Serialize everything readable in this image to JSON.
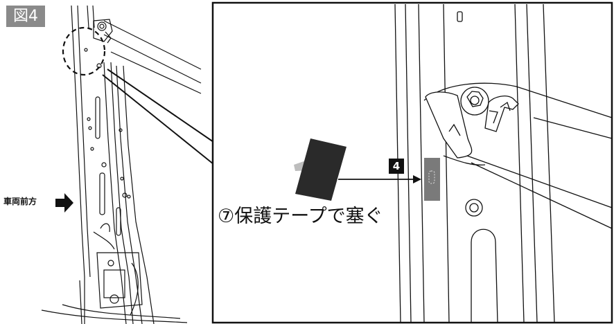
{
  "figure": {
    "label": "図4"
  },
  "overview": {
    "direction_label": "車両前方"
  },
  "detail": {
    "instruction": "⑦保護テープで塞ぐ",
    "number_badge": "4"
  },
  "icons": [
    "arrow-right-icon",
    "protective-tape-icon"
  ],
  "colors": {
    "figure_label_bg": "#8a8a8a",
    "hole_patch": "#7a7a7a",
    "tape": "#2a2a2a",
    "outline": "#111111"
  }
}
